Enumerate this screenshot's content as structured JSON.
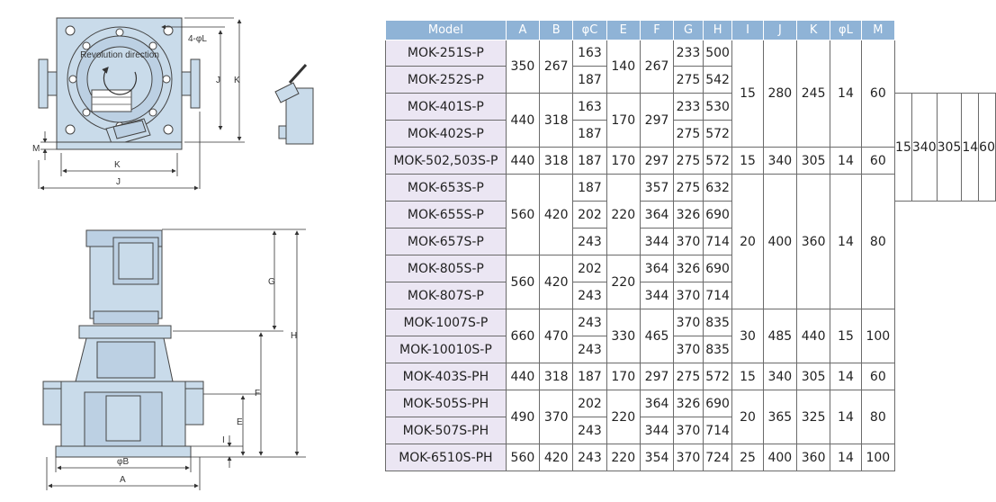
{
  "drawing_labels": {
    "bolt_holes": "4-φL",
    "flow_text": "Revolution direction",
    "top_view": {
      "J_vertical": "J",
      "K_vertical": "K",
      "M": "M",
      "K_horizontal": "K",
      "J_horizontal": "J"
    },
    "front_view": {
      "G": "G",
      "H": "H",
      "F": "F",
      "E": "E",
      "I": "I",
      "B": "φB",
      "A": "A"
    }
  },
  "table": {
    "headers": [
      "Model",
      "A",
      "B",
      "φC",
      "E",
      "F",
      "G",
      "H",
      "I",
      "J",
      "K",
      "φL",
      "M"
    ],
    "rows": [
      {
        "model": "MOK-251S-P",
        "cells": [
          [
            "350",
            2
          ],
          [
            "267",
            2
          ],
          [
            "163",
            1
          ],
          [
            "140",
            2
          ],
          [
            "267",
            2
          ],
          [
            "233",
            1
          ],
          [
            "500",
            1
          ],
          [
            "15",
            4
          ],
          [
            "280",
            4
          ],
          [
            "245",
            4
          ],
          [
            "14",
            4
          ],
          [
            "60",
            4
          ]
        ]
      },
      {
        "model": "MOK-252S-P",
        "cells": [
          [
            "187",
            1
          ],
          [
            "275",
            1
          ],
          [
            "542",
            1
          ]
        ]
      },
      {
        "model": "MOK-401S-P",
        "cells": [
          [
            "440",
            2
          ],
          [
            "318",
            2
          ],
          [
            "163",
            1
          ],
          [
            "170",
            2
          ],
          [
            "297",
            2
          ],
          [
            "233",
            1
          ],
          [
            "530",
            1
          ],
          [
            "15",
            4
          ],
          [
            "340",
            4
          ],
          [
            "305",
            4
          ],
          [
            "14",
            4
          ],
          [
            "60",
            4
          ]
        ]
      },
      {
        "model": "MOK-402S-P",
        "cells": [
          [
            "187",
            1
          ],
          [
            "275",
            1
          ],
          [
            "572",
            1
          ]
        ]
      },
      {
        "model": "MOK-502,503S-P",
        "cells": [
          [
            "440",
            1
          ],
          [
            "318",
            1
          ],
          [
            "187",
            1
          ],
          [
            "170",
            1
          ],
          [
            "297",
            1
          ],
          [
            "275",
            1
          ],
          [
            "572",
            1
          ],
          [
            "15",
            1
          ],
          [
            "340",
            1
          ],
          [
            "305",
            1
          ],
          [
            "14",
            1
          ],
          [
            "60",
            1
          ]
        ]
      },
      {
        "model": "MOK-653S-P",
        "cells": [
          [
            "560",
            3
          ],
          [
            "420",
            3
          ],
          [
            "187",
            1
          ],
          [
            "220",
            3
          ],
          [
            "357",
            1
          ],
          [
            "275",
            1
          ],
          [
            "632",
            1
          ],
          [
            "20",
            5
          ],
          [
            "400",
            5
          ],
          [
            "360",
            5
          ],
          [
            "14",
            5
          ],
          [
            "80",
            5
          ]
        ]
      },
      {
        "model": "MOK-655S-P",
        "cells": [
          [
            "202",
            1
          ],
          [
            "364",
            1
          ],
          [
            "326",
            1
          ],
          [
            "690",
            1
          ]
        ]
      },
      {
        "model": "MOK-657S-P",
        "cells": [
          [
            "243",
            1
          ],
          [
            "344",
            1
          ],
          [
            "370",
            1
          ],
          [
            "714",
            1
          ]
        ]
      },
      {
        "model": "MOK-805S-P",
        "cells": [
          [
            "560",
            2
          ],
          [
            "420",
            2
          ],
          [
            "202",
            1
          ],
          [
            "220",
            2
          ],
          [
            "364",
            1
          ],
          [
            "326",
            1
          ],
          [
            "690",
            1
          ]
        ]
      },
      {
        "model": "MOK-807S-P",
        "cells": [
          [
            "243",
            1
          ],
          [
            "344",
            1
          ],
          [
            "370",
            1
          ],
          [
            "714",
            1
          ]
        ]
      },
      {
        "model": "MOK-1007S-P",
        "cells": [
          [
            "660",
            2
          ],
          [
            "470",
            2
          ],
          [
            "243",
            1
          ],
          [
            "330",
            2
          ],
          [
            "465",
            2
          ],
          [
            "370",
            1
          ],
          [
            "835",
            1
          ],
          [
            "30",
            2
          ],
          [
            "485",
            2
          ],
          [
            "440",
            2
          ],
          [
            "15",
            2
          ],
          [
            "100",
            2
          ]
        ]
      },
      {
        "model": "MOK-10010S-P",
        "cells": [
          [
            "243",
            1
          ],
          [
            "370",
            1
          ],
          [
            "835",
            1
          ]
        ]
      },
      {
        "model": "MOK-403S-PH",
        "cells": [
          [
            "440",
            1
          ],
          [
            "318",
            1
          ],
          [
            "187",
            1
          ],
          [
            "170",
            1
          ],
          [
            "297",
            1
          ],
          [
            "275",
            1
          ],
          [
            "572",
            1
          ],
          [
            "15",
            1
          ],
          [
            "340",
            1
          ],
          [
            "305",
            1
          ],
          [
            "14",
            1
          ],
          [
            "60",
            1
          ]
        ]
      },
      {
        "model": "MOK-505S-PH",
        "cells": [
          [
            "490",
            2
          ],
          [
            "370",
            2
          ],
          [
            "202",
            1
          ],
          [
            "220",
            2
          ],
          [
            "364",
            1
          ],
          [
            "326",
            1
          ],
          [
            "690",
            1
          ],
          [
            "20",
            2
          ],
          [
            "365",
            2
          ],
          [
            "325",
            2
          ],
          [
            "14",
            2
          ],
          [
            "80",
            2
          ]
        ]
      },
      {
        "model": "MOK-507S-PH",
        "cells": [
          [
            "243",
            1
          ],
          [
            "344",
            1
          ],
          [
            "370",
            1
          ],
          [
            "714",
            1
          ]
        ]
      },
      {
        "model": "MOK-6510S-PH",
        "cells": [
          [
            "560",
            1
          ],
          [
            "420",
            1
          ],
          [
            "243",
            1
          ],
          [
            "220",
            1
          ],
          [
            "354",
            1
          ],
          [
            "370",
            1
          ],
          [
            "724",
            1
          ],
          [
            "25",
            1
          ],
          [
            "400",
            1
          ],
          [
            "360",
            1
          ],
          [
            "14",
            1
          ],
          [
            "100",
            1
          ]
        ]
      }
    ]
  }
}
